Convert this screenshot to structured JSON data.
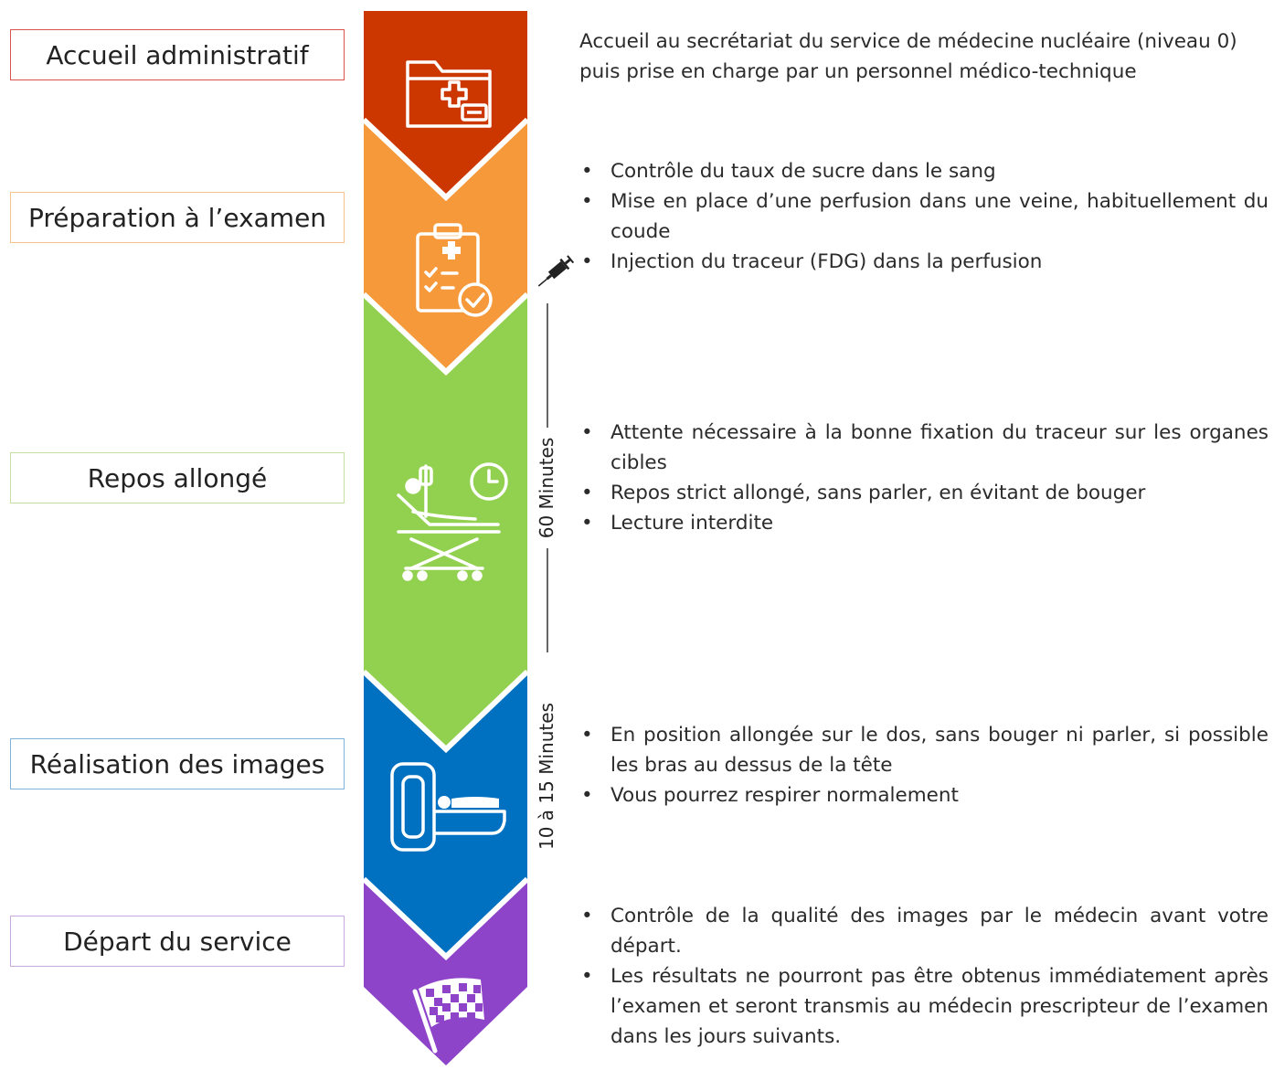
{
  "steps": [
    {
      "label": "Accueil administratif",
      "color": "#cc3700",
      "icon": "medical-folder-icon",
      "text": "Accueil au secrétariat du service de médecine nucléaire (niveau 0) puis prise en charge par un personnel médico-technique",
      "bullets": []
    },
    {
      "label": "Préparation à l’examen",
      "color": "#f5993a",
      "icon": "clipboard-check-icon",
      "bullets": [
        "Contrôle du taux de sucre dans le sang",
        "Mise en place d’une perfusion dans une veine, habituellement du coude",
        "Injection du traceur (FDG) dans la perfusion"
      ]
    },
    {
      "label": "Repos allongé",
      "color": "#92d050",
      "icon": "patient-bed-clock-icon",
      "bullets": [
        "Attente nécessaire à la bonne fixation du traceur sur les organes cibles",
        "Repos strict allongé, sans parler, en évitant de bouger",
        "Lecture interdite"
      ]
    },
    {
      "label": "Réalisation des images",
      "color": "#0070c0",
      "icon": "scanner-icon",
      "bullets": [
        "En position allongée sur le dos, sans bouger ni parler, si possible les bras au dessus de la tête",
        "Vous pourrez respirer normalement"
      ]
    },
    {
      "label": "Départ du service",
      "color": "#8e44c8",
      "icon": "checkered-flag-icon",
      "bullets": [
        "Contrôle de la qualité des images par le médecin avant votre départ.",
        "Les résultats ne pourront pas être obtenus immédiatement après l’examen et seront transmis au médecin prescripteur de l’examen dans les jours suivants."
      ]
    }
  ],
  "durations": {
    "repos": "60 Minutes",
    "images": "10 à 15 Minutes"
  },
  "syringe_icon": "syringe-icon"
}
